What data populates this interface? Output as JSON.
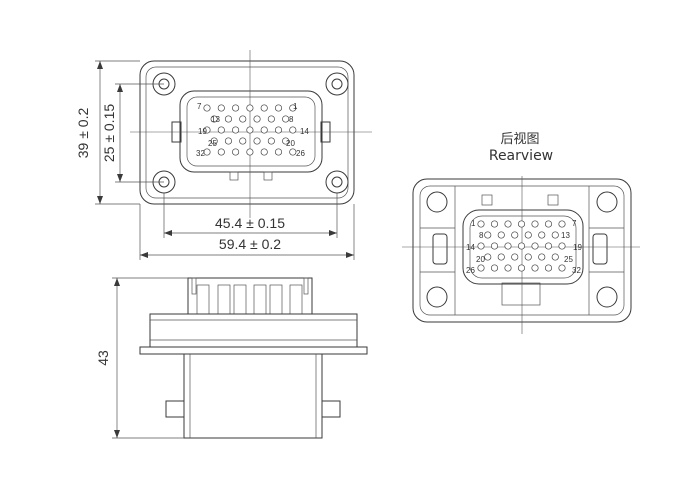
{
  "front_view": {
    "dimensions": {
      "height_outer": "39 ± 0.2",
      "height_inner": "25 ± 0.15",
      "width_inner": "45.4 ± 0.15",
      "width_outer": "59.4 ± 0.2"
    },
    "pin_labels": [
      "7",
      "1",
      "13",
      "8",
      "19",
      "14",
      "32",
      "26",
      "25",
      "20"
    ]
  },
  "rear_view": {
    "title_cn": "后视图",
    "title_en": "Rearview",
    "pin_labels": [
      "1",
      "7",
      "8",
      "13",
      "14",
      "19",
      "20",
      "25",
      "26",
      "32"
    ]
  },
  "side_view": {
    "dimensions": {
      "height": "43"
    }
  }
}
